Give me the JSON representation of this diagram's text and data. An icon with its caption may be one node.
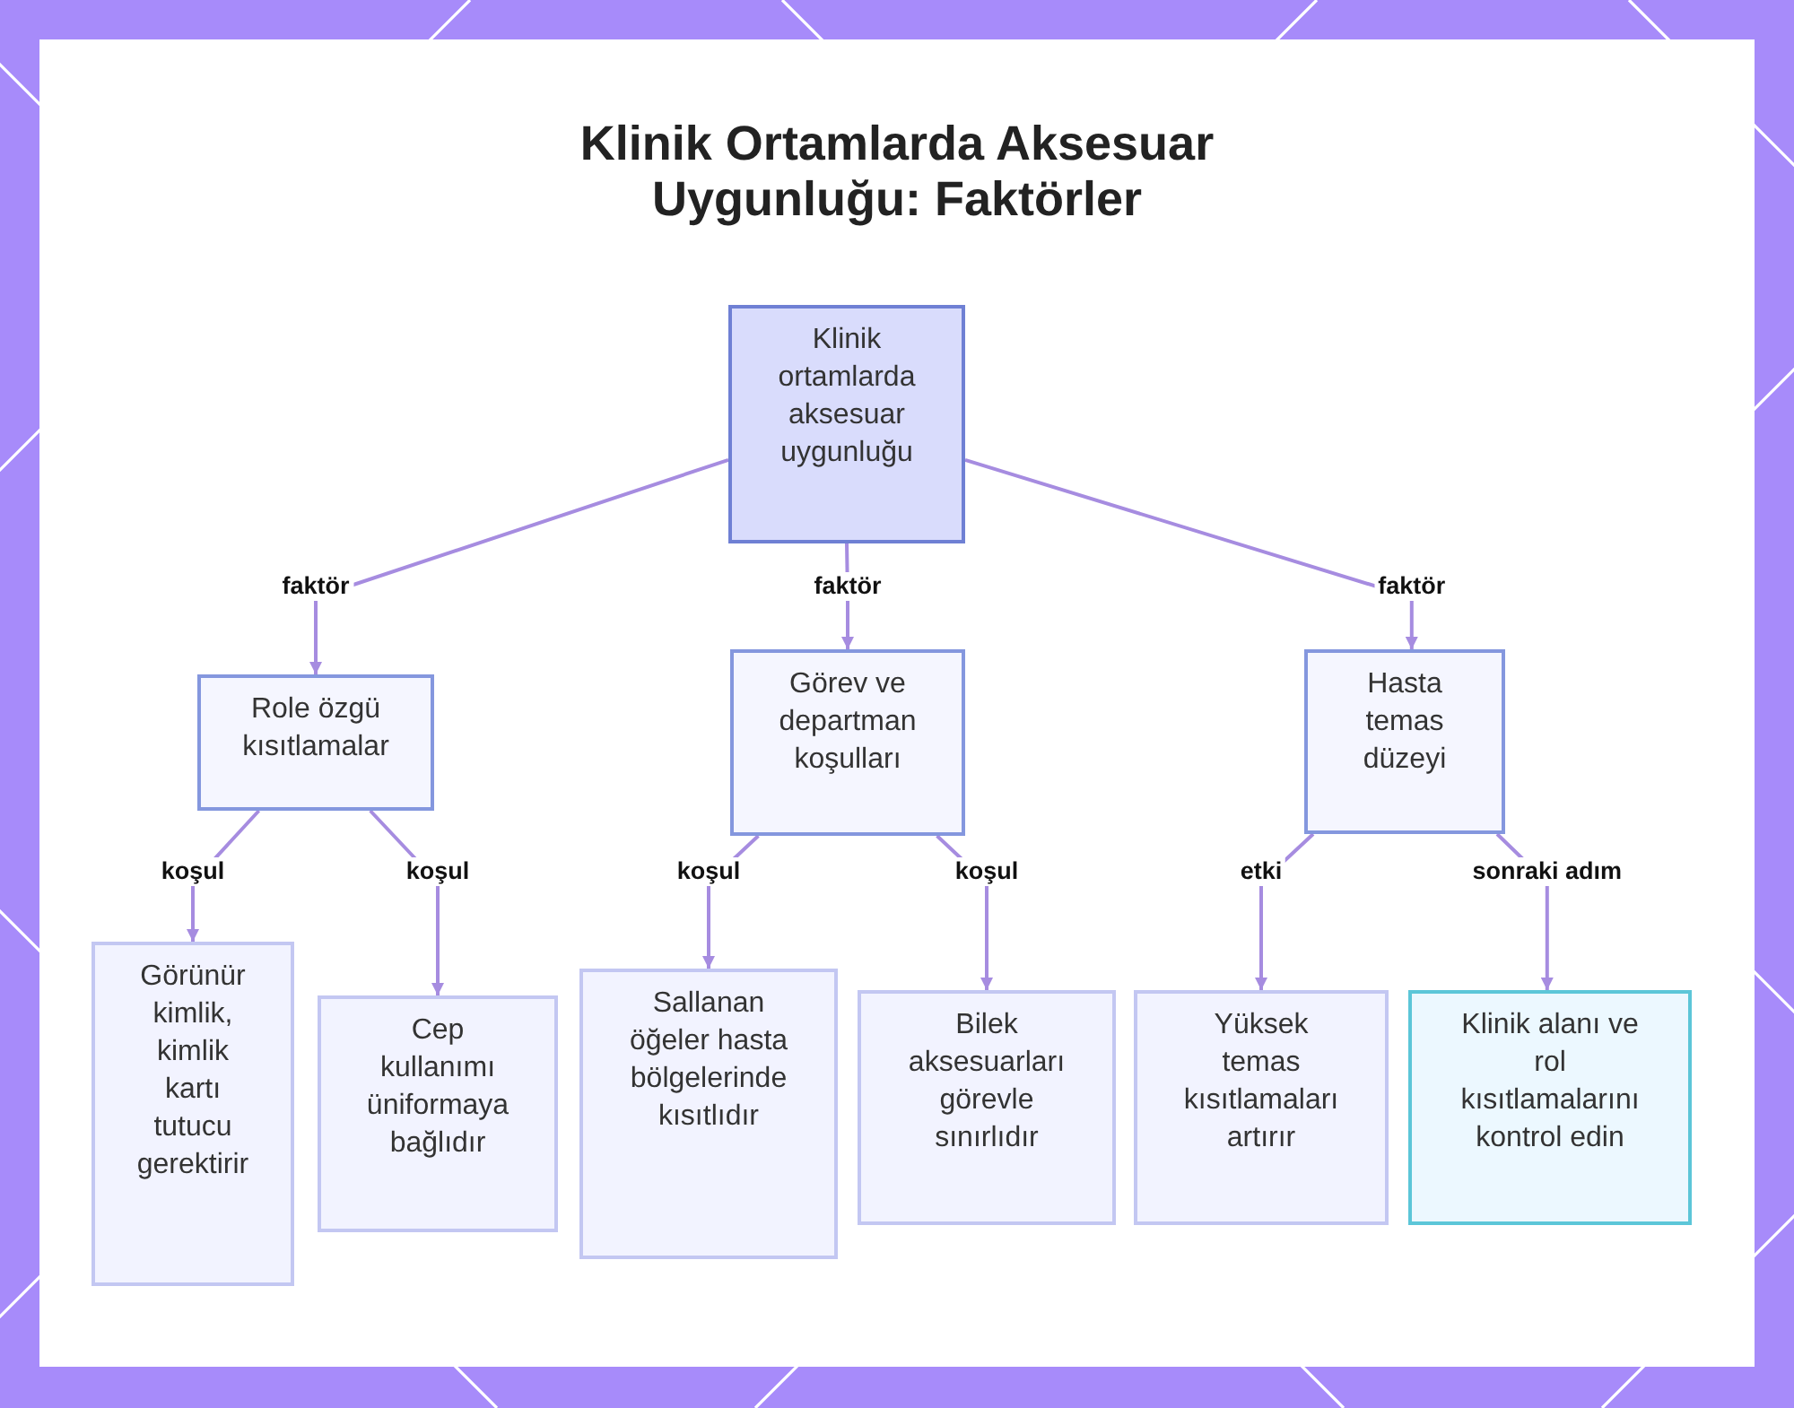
{
  "diagram": {
    "title": "Klinik Ortamlarda Aksesuar Uygunluğu: Faktörler",
    "nodes": [
      {
        "text": [
          "Klinik ortamlarda aksesuar uygunluğu"
        ]
      },
      {
        "text": [
          "Role özgü kısıtlamalar"
        ]
      },
      {
        "text": [
          "Görev ve departman koşulları"
        ]
      },
      {
        "text": [
          "Hasta temas düzeyi"
        ]
      },
      {
        "text": [
          "Görünür kimlik, kimlik kartı tutucu gerektirir"
        ]
      },
      {
        "text": [
          "Cep kullanımı üniformaya bağlıdır"
        ]
      },
      {
        "text": [
          "Sallanan öğeler hasta bölgelerinde kısıtlıdır"
        ]
      },
      {
        "text": [
          "Bilek aksesuarları görevle sınırlıdır"
        ]
      },
      {
        "text": [
          "Yüksek temas kısıtlamaları artırır"
        ]
      },
      {
        "text": [
          "Klinik alanı ve rol kısıtlamalarını kontrol edin"
        ]
      }
    ],
    "edges": [
      {
        "from": 0,
        "to": 1,
        "arrow": "to",
        "label": "faktör"
      },
      {
        "from": 0,
        "to": 2,
        "arrow": "to",
        "label": "faktör"
      },
      {
        "from": 0,
        "to": 3,
        "arrow": "to",
        "label": "faktör"
      },
      {
        "from": 1,
        "to": 4,
        "arrow": "to",
        "label": "koşul"
      },
      {
        "from": 1,
        "to": 5,
        "arrow": "to",
        "label": "koşul"
      },
      {
        "from": 2,
        "to": 6,
        "arrow": "to",
        "label": "koşul"
      },
      {
        "from": 2,
        "to": 7,
        "arrow": "to",
        "label": "koşul"
      },
      {
        "from": 3,
        "to": 8,
        "arrow": "to",
        "label": "etki"
      },
      {
        "from": 3,
        "to": 9,
        "arrow": "to",
        "label": "sonraki adım"
      }
    ]
  }
}
